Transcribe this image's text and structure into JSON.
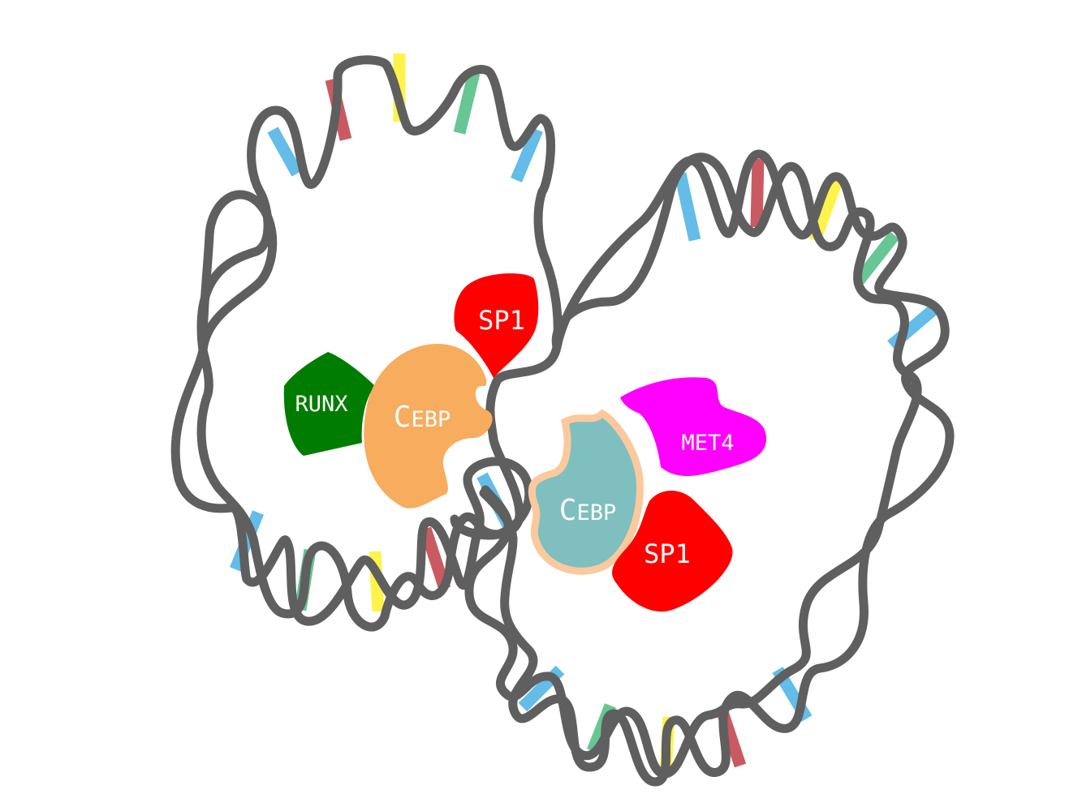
{
  "colors": {
    "strand": "#5f5f5f",
    "base_blue": "#64bce8",
    "base_red": "#c95a62",
    "base_yellow": "#fdf34a",
    "base_green": "#66c694",
    "runx": "#007d00",
    "cebp_left": "#f7ac5e",
    "sp1": "#ff0000",
    "cebp_right": "#7fbfbf",
    "cebp_right_outline": "#fbc99e",
    "met4": "#ff00ff"
  },
  "left_loop": {
    "top_bases": [
      "blue",
      "red",
      "yellow",
      "green",
      "blue"
    ],
    "bottom_bases": [
      "blue",
      "green",
      "yellow",
      "red",
      "blue"
    ]
  },
  "right_loop": {
    "top_bases": [
      "blue",
      "red",
      "yellow",
      "green",
      "blue"
    ],
    "bottom_bases": [
      "blue",
      "green",
      "yellow",
      "red",
      "blue"
    ]
  },
  "proteins": {
    "runx": {
      "label": "RUNX",
      "icon": "runx-protein-icon"
    },
    "cebp_left": {
      "label_big": "C",
      "label_small": "EBP",
      "icon": "cebp-protein-icon"
    },
    "sp1_top": {
      "label": "SP1",
      "icon": "sp1-protein-icon"
    },
    "met4": {
      "label": "MET4",
      "icon": "met4-protein-icon"
    },
    "cebp_right": {
      "label_big": "C",
      "label_small": "EBP",
      "icon": "cebp-protein-icon"
    },
    "sp1_bottom": {
      "label": "SP1",
      "icon": "sp1-protein-icon"
    }
  }
}
